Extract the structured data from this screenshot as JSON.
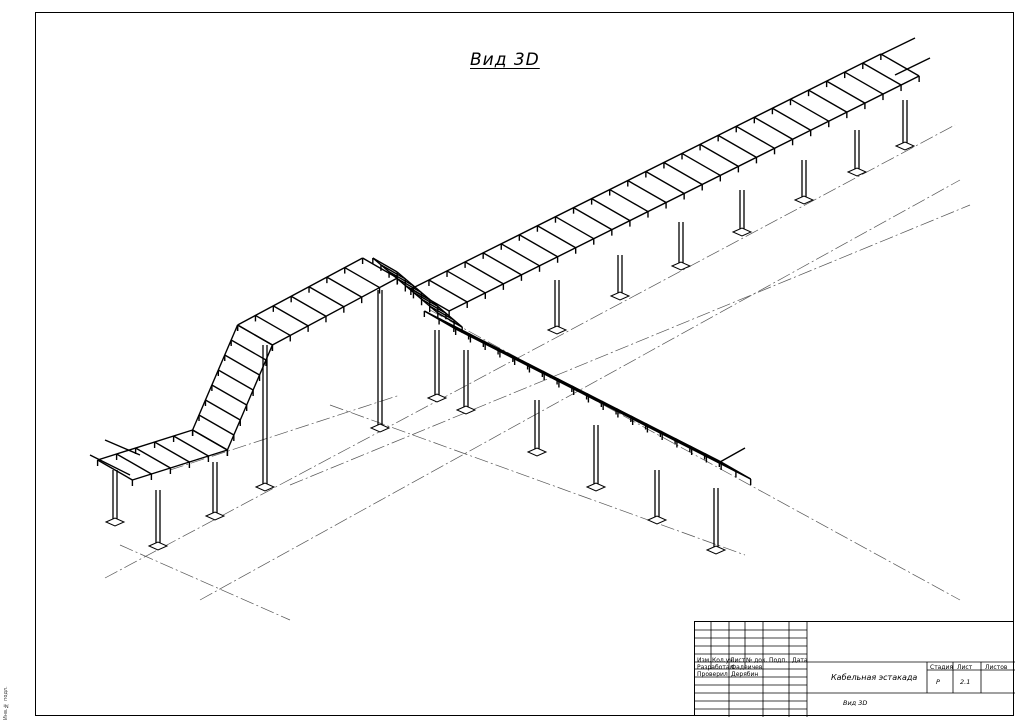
{
  "title": "Вид 3D",
  "side_label": "Инв.№ подл.",
  "stamp": {
    "headers": [
      "Изм.",
      "Кол.уч.",
      "Лист",
      "№ док.",
      "Подп.",
      "Дата"
    ],
    "rows": [
      {
        "role": "Разработал",
        "name": "Фадеичев"
      },
      {
        "role": "Проверил",
        "name": "Дерябин"
      }
    ],
    "object_name": "Кабельная эстакада",
    "sheet_title": "Вид 3D",
    "stage_label": "Стадия",
    "sheet_label": "Лист",
    "sheets_label": "Листов",
    "stage_value": "Р",
    "sheet_value": "2.1"
  },
  "colors": {
    "line": "#000000",
    "axis": "#555555"
  }
}
